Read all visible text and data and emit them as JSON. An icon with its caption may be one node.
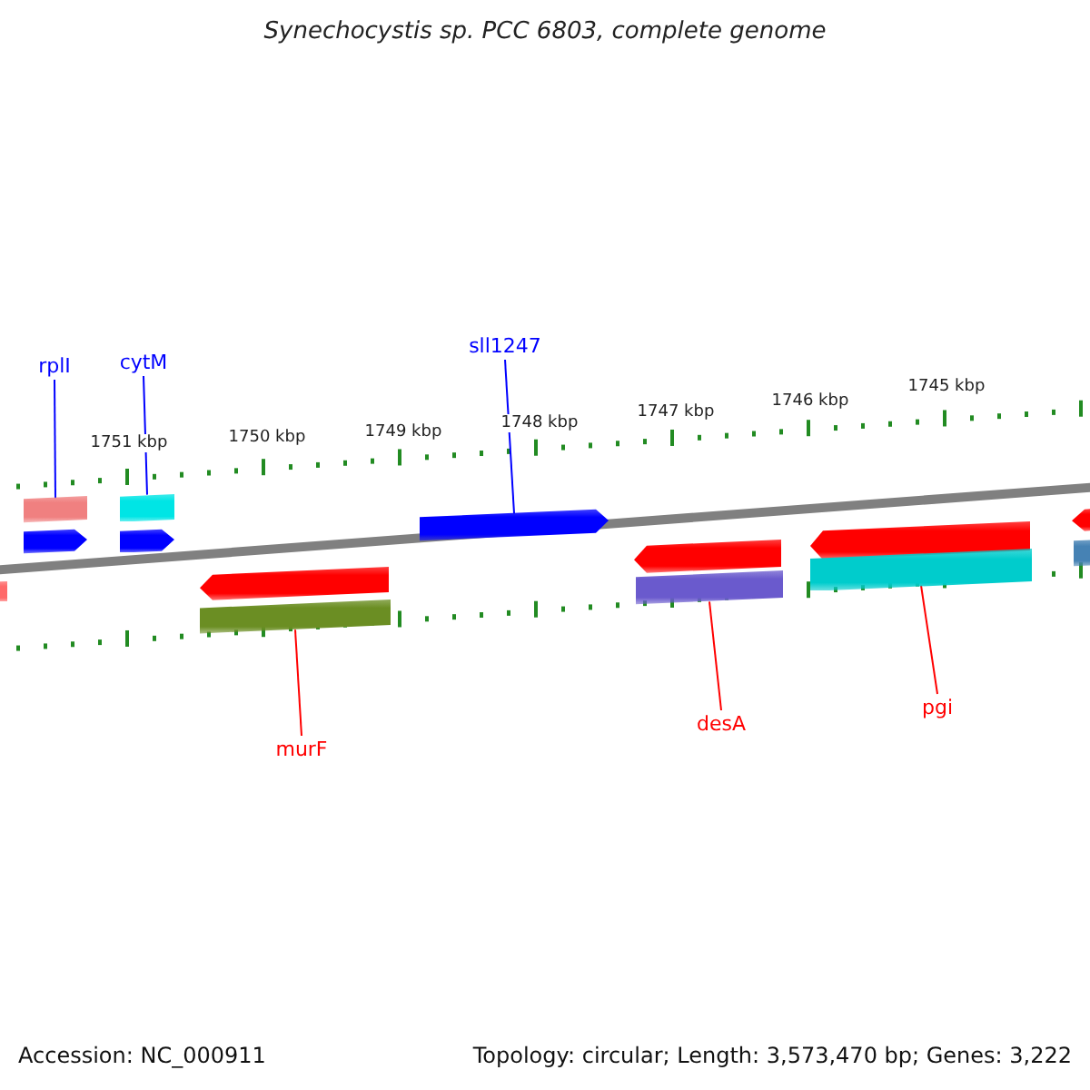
{
  "diagram": {
    "title": "Synechocystis sp. PCC 6803, complete genome",
    "nodes": [
      {
        "text": [
          "rplI"
        ]
      },
      {
        "text": [
          "cytM"
        ]
      },
      {
        "text": [
          "sll1247"
        ]
      },
      {
        "text": [
          "murF"
        ]
      },
      {
        "text": [
          "desA"
        ]
      },
      {
        "text": [
          "pgi"
        ]
      },
      {
        "text": [],
        "shape": "bar"
      },
      {
        "text": [],
        "shape": "bar"
      },
      {
        "text": [],
        "shape": "arrow"
      },
      {
        "text": [],
        "shape": "bar"
      },
      {
        "text": [],
        "shape": "arrow"
      },
      {
        "text": [],
        "shape": "arrow"
      },
      {
        "text": [],
        "shape": "bar"
      },
      {
        "text": [],
        "shape": "arrow"
      },
      {
        "text": [],
        "shape": "arrow"
      },
      {
        "text": [],
        "shape": "bar"
      },
      {
        "text": [],
        "shape": "arrow"
      },
      {
        "text": [],
        "shape": "bar"
      },
      {
        "text": [],
        "shape": "arrow"
      },
      {
        "text": [],
        "shape": "bar"
      }
    ],
    "edges": [
      {
        "from": 0,
        "to": 7,
        "arrow": "none"
      },
      {
        "from": 1,
        "to": 9,
        "arrow": "none"
      },
      {
        "from": 2,
        "to": 13,
        "arrow": "none"
      },
      {
        "from": 3,
        "to": 12,
        "arrow": "none",
        "color": "#ff0000"
      },
      {
        "from": 4,
        "to": 15,
        "arrow": "none",
        "color": "#ff0000"
      },
      {
        "from": 5,
        "to": 17,
        "arrow": "none",
        "color": "#ff0000"
      }
    ],
    "labels": [
      "1751 kbp",
      "1750 kbp",
      "1749 kbp",
      "1748 kbp",
      "1747 kbp",
      "1746 kbp",
      "1745 kbp",
      "Accession: NC_000911",
      "Topology: circular; Length: 3,573,470 bp; Genes: 3,222"
    ]
  }
}
